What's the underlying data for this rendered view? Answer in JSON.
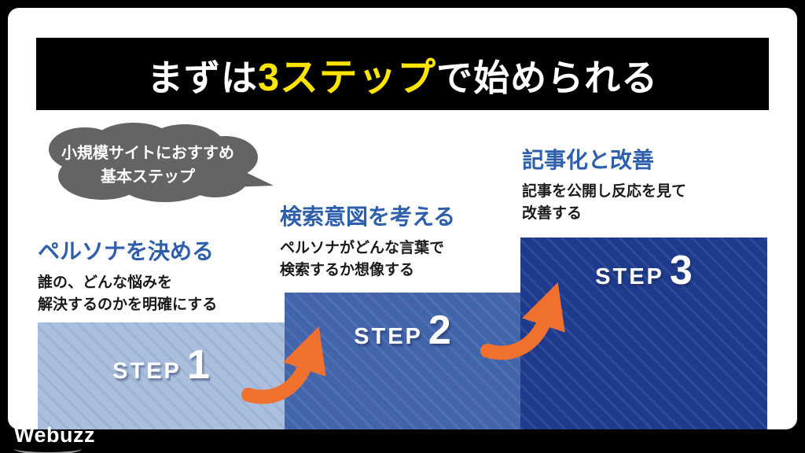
{
  "header": {
    "title_pre": "まずは",
    "title_highlight": "3ステップ",
    "title_post": "で始められる"
  },
  "bubble": {
    "text": "小規模サイトにおすすめ\n基本ステップ"
  },
  "steps": [
    {
      "label": "STEP",
      "number": "1",
      "heading": "ペルソナを決める",
      "description": "誰の、どんな悩みを\n解決するのかを明確にする"
    },
    {
      "label": "STEP",
      "number": "2",
      "heading": "検索意図を考える",
      "description": "ペルソナがどんな言葉で\n検索するか想像する"
    },
    {
      "label": "STEP",
      "number": "3",
      "heading": "記事化と改善",
      "description": "記事を公開し反応を見て\n改善する"
    }
  ],
  "logo": {
    "text": "Webuzz"
  },
  "colors": {
    "highlight_yellow": "#ffe400",
    "heading_blue": "#2d5fad",
    "step1_fill": "#aabfdd",
    "step2_fill": "#4164aa",
    "step3_fill": "#1d3a8c",
    "arrow_orange": "#f0712d",
    "bubble_gray": "#646464"
  }
}
